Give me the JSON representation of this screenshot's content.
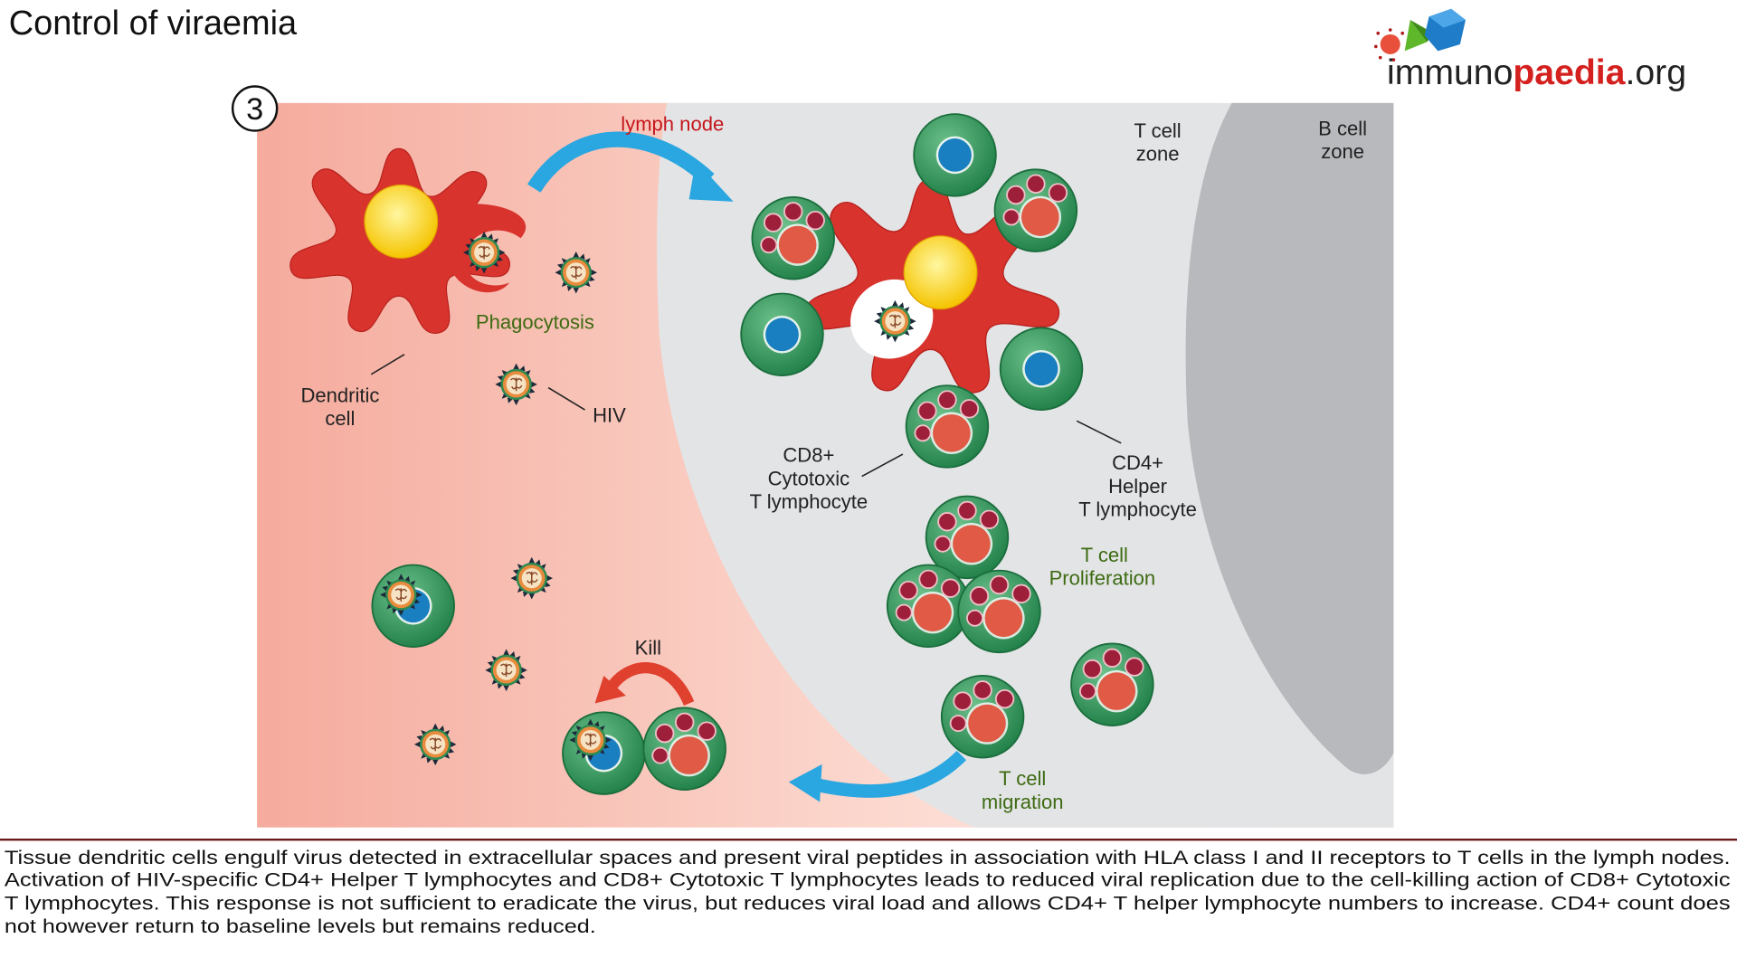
{
  "title": "Control of viraemia",
  "logo": {
    "text_plain": "immuno",
    "text_bold": "paedia",
    "text_suffix": ".org",
    "colors": {
      "dark": "#222222",
      "red": "#d4201e",
      "green": "#5fb82a",
      "blue": "#1f7cc8"
    }
  },
  "step_number": "3",
  "labels": {
    "lymph_node": "lymph node",
    "t_cell_zone": [
      "T cell",
      "zone"
    ],
    "b_cell_zone": [
      "B cell",
      "zone"
    ],
    "phagocytosis": "Phagocytosis",
    "dendritic_cell": [
      "Dendritic",
      "cell"
    ],
    "hiv": "HIV",
    "cd8": [
      "CD8+",
      "Cytotoxic",
      "T lymphocyte"
    ],
    "cd4": [
      "CD4+",
      "Helper",
      "T lymphocyte"
    ],
    "proliferation": [
      "T cell",
      "Proliferation"
    ],
    "kill": "Kill",
    "migration": [
      "T cell",
      "migration"
    ]
  },
  "caption": [
    "Tissue dendritic cells engulf virus detected in extracellular spaces and present viral peptides in association with HLA class I and II receptors to T cells in the lymph nodes.",
    "Activation of HIV-specific CD4+ Helper T lymphocytes and CD8+ Cytotoxic T lymphocytes leads to reduced viral replication due to the cell-killing action of CD8+ Cytotoxic",
    "T lymphocytes. This response is not sufficient to eradicate the virus, but reduces viral load and allows CD4+ T helper lymphocyte numbers to increase. CD4+ count does",
    "not however return to baseline levels but remains reduced."
  ],
  "colors": {
    "tissue": "#f6b3a6",
    "t_zone": "#e3e4e6",
    "b_zone": "#b8b9bc",
    "cell_green": "#2f9a5c",
    "nucleus_blue": "#1a7fc0",
    "nucleus_red": "#e05a45",
    "dendritic": "#d8332d",
    "arrow_blue": "#2aa6e0",
    "arrow_red": "#e0402e",
    "caption_rule": "#6b1a1a"
  }
}
